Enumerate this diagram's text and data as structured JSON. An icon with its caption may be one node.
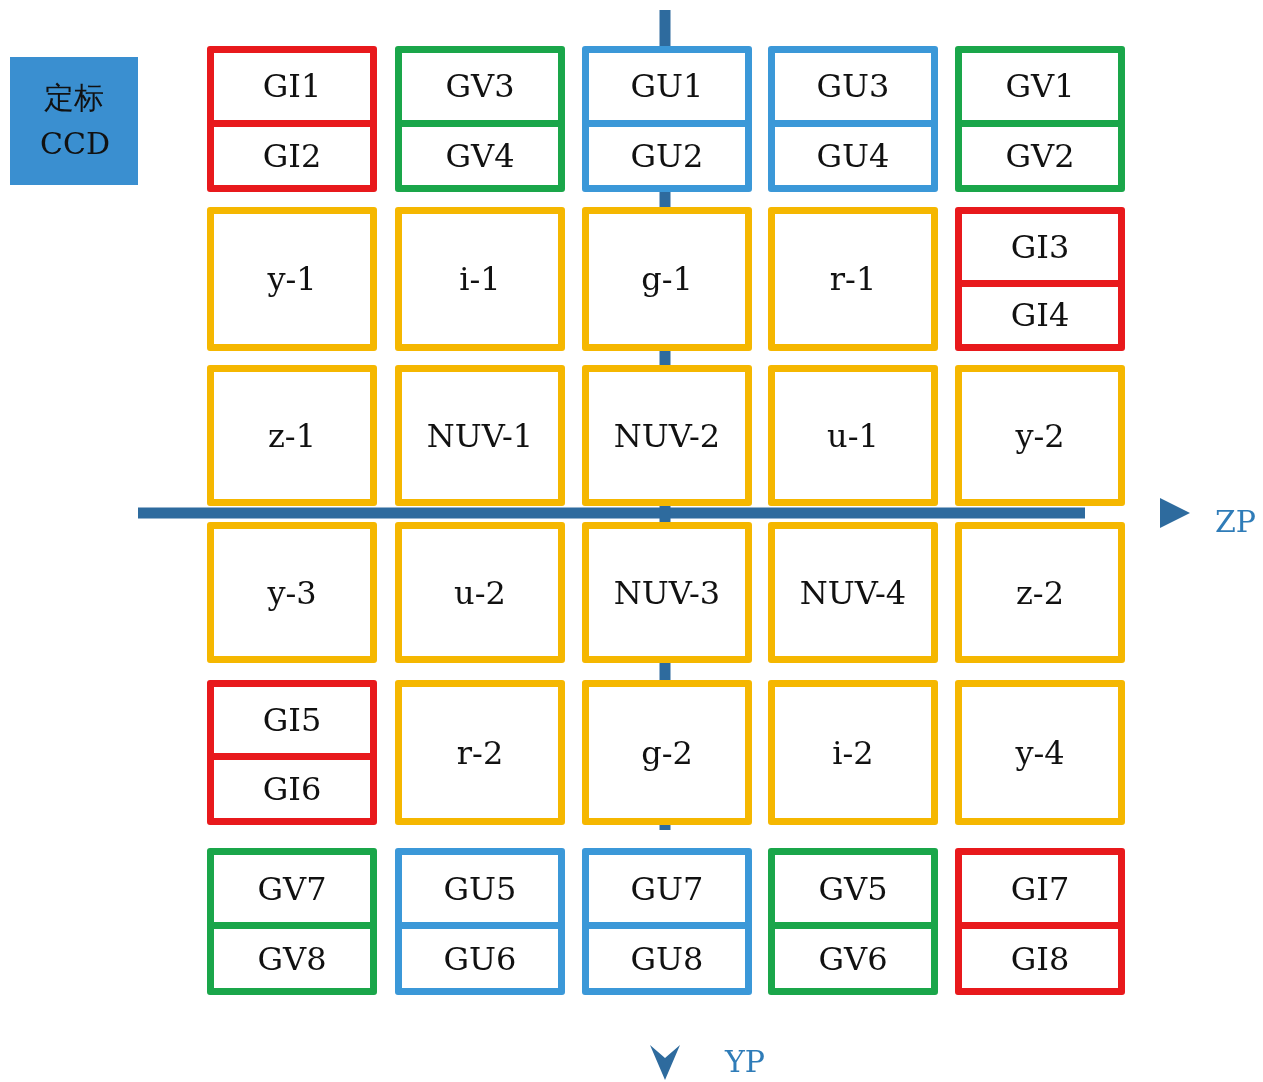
{
  "diagram": {
    "nodes": [
      {
        "text": [
          "定标CCD"
        ]
      },
      {
        "text": [
          "GI1",
          "GI2"
        ]
      },
      {
        "text": [
          "GV3",
          "GV4"
        ]
      },
      {
        "text": [
          "GU1",
          "GU2"
        ]
      },
      {
        "text": [
          "GU3",
          "GU4"
        ]
      },
      {
        "text": [
          "GV1",
          "GV2"
        ]
      },
      {
        "text": [
          "y-1"
        ]
      },
      {
        "text": [
          "i-1"
        ]
      },
      {
        "text": [
          "g-1"
        ]
      },
      {
        "text": [
          "r-1"
        ]
      },
      {
        "text": [
          "GI3",
          "GI4"
        ]
      },
      {
        "text": [
          "z-1"
        ]
      },
      {
        "text": [
          "NUV-1"
        ]
      },
      {
        "text": [
          "NUV-2"
        ]
      },
      {
        "text": [
          "u-1"
        ]
      },
      {
        "text": [
          "y-2"
        ]
      },
      {
        "text": [
          "y-3"
        ]
      },
      {
        "text": [
          "u-2"
        ]
      },
      {
        "text": [
          "NUV-3"
        ]
      },
      {
        "text": [
          "NUV-4"
        ]
      },
      {
        "text": [
          "z-2"
        ]
      },
      {
        "text": [
          "GI5",
          "GI6"
        ]
      },
      {
        "text": [
          "r-2"
        ]
      },
      {
        "text": [
          "g-2"
        ]
      },
      {
        "text": [
          "i-2"
        ]
      },
      {
        "text": [
          "y-4"
        ]
      },
      {
        "text": [
          "GV7",
          "GV8"
        ]
      },
      {
        "text": [
          "GU5",
          "GU6"
        ]
      },
      {
        "text": [
          "GU7",
          "GU8"
        ]
      },
      {
        "text": [
          "GV5",
          "GV6"
        ]
      },
      {
        "text": [
          "GI7",
          "GI8"
        ]
      }
    ],
    "labels": [
      "ZP",
      "YP"
    ]
  }
}
